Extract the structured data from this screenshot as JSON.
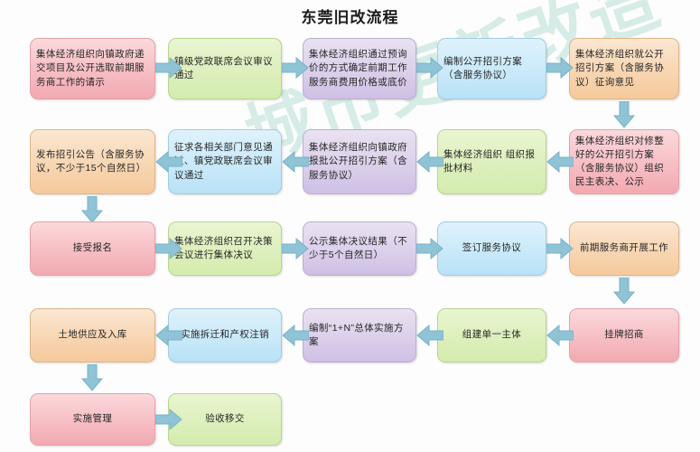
{
  "title": "东莞旧改流程",
  "watermark": "城市更新改造",
  "colors": {
    "pink": "#f2a9b1",
    "green": "#d4ecae",
    "purple": "#cfc0e4",
    "blue": "#b9e2f7",
    "orange": "#f5c99b",
    "arrow": "#8fc3d6",
    "watermark": "#bfe3d8",
    "title_text": "#1b1b1b"
  },
  "nodes": [
    {
      "id": 1,
      "label": "集体经济组织向镇政府递交项目及公开选取前期服务商工作的请示",
      "color": "pink",
      "align": "left"
    },
    {
      "id": 2,
      "label": "镇级党政联席会议审议通过",
      "color": "green",
      "align": "left"
    },
    {
      "id": 3,
      "label": "集体经济组织通过预询价的方式确定前期工作服务商费用价格或底价",
      "color": "purple",
      "align": "left"
    },
    {
      "id": 4,
      "label": "编制公开招引方案（含服务协议）",
      "color": "blue",
      "align": "left"
    },
    {
      "id": 5,
      "label": "集体经济组织就公开招引方案（含服务协议）征询意见",
      "color": "orange",
      "align": "left"
    },
    {
      "id": 6,
      "label": "集体经济组织对修整好的公开招引方案（含服务协议）组织民主表决、公示",
      "color": "pink",
      "align": "left"
    },
    {
      "id": 7,
      "label": "集体经济组织 组织报批材料",
      "color": "green",
      "align": "left"
    },
    {
      "id": 8,
      "label": "集体经济组织向镇政府报批公开招引方案（含服务协议）",
      "color": "purple",
      "align": "left"
    },
    {
      "id": 9,
      "label": "征求各相关部门意见通过、镇党政联席会议审议通过",
      "color": "blue",
      "align": "left"
    },
    {
      "id": 10,
      "label": "发布招引公告（含服务协议，不少于15个自然日）",
      "color": "orange",
      "align": "left"
    },
    {
      "id": 11,
      "label": "接受报名",
      "color": "pink",
      "align": "center"
    },
    {
      "id": 12,
      "label": "集体经济组织召开决策会议进行集体决议",
      "color": "green",
      "align": "left"
    },
    {
      "id": 13,
      "label": "公示集体决议结果（不少于5个自然日）",
      "color": "purple",
      "align": "left"
    },
    {
      "id": 14,
      "label": "签订服务协议",
      "color": "blue",
      "align": "center"
    },
    {
      "id": 15,
      "label": "前期服务商开展工作",
      "color": "orange",
      "align": "center"
    },
    {
      "id": 16,
      "label": "挂牌招商",
      "color": "pink",
      "align": "center"
    },
    {
      "id": 17,
      "label": "组建单一主体",
      "color": "green",
      "align": "center"
    },
    {
      "id": 18,
      "label": "编制“1+N”总体实施方案",
      "color": "purple",
      "align": "left"
    },
    {
      "id": 19,
      "label": "实施拆迁和产权注销",
      "color": "blue",
      "align": "center"
    },
    {
      "id": 20,
      "label": "土地供应及入库",
      "color": "orange",
      "align": "center"
    },
    {
      "id": 21,
      "label": "实施管理",
      "color": "pink",
      "align": "center"
    },
    {
      "id": 22,
      "label": "验收移交",
      "color": "green",
      "align": "center"
    }
  ],
  "flow": {
    "row1_direction": "right",
    "row2_direction": "left",
    "row3_direction": "right",
    "row4_direction": "left",
    "row5_direction": "right",
    "rows": 5,
    "arrow_count": 21
  }
}
